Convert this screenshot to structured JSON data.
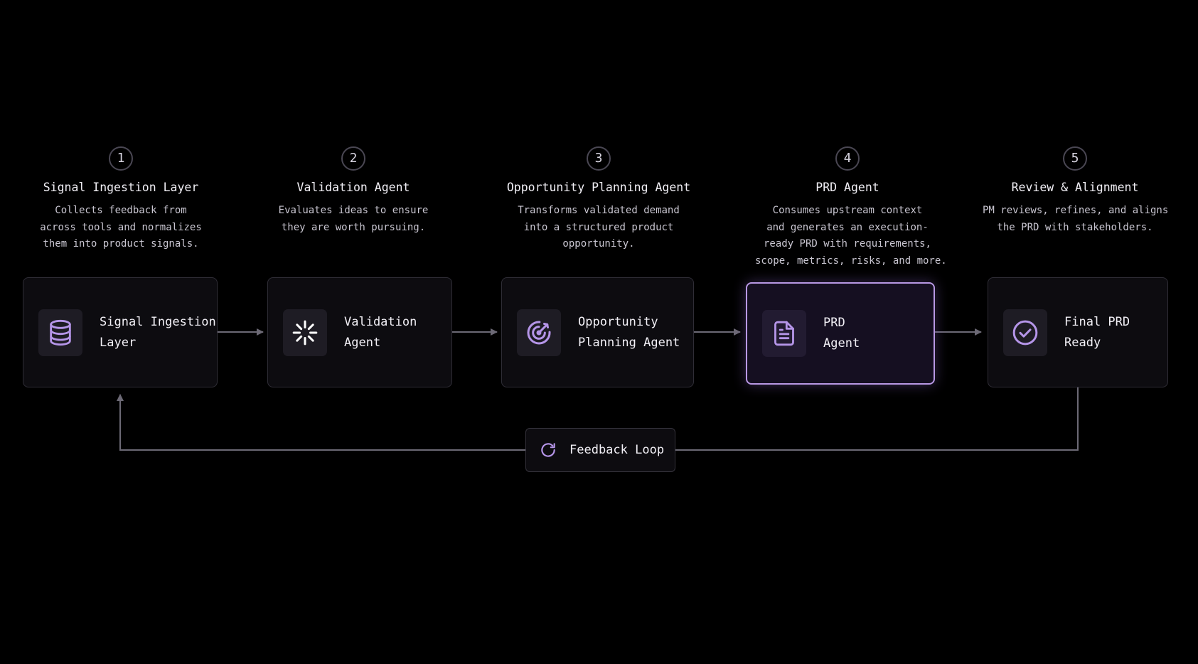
{
  "accent_color": "#b595e8",
  "steps": [
    {
      "number": "1",
      "title": "Signal Ingestion Layer",
      "description": [
        "Collects feedback from",
        "across tools and normalizes",
        "them into product signals."
      ],
      "card_label": [
        "Signal Ingestion",
        "Layer"
      ],
      "icon": "database-icon"
    },
    {
      "number": "2",
      "title": "Validation Agent",
      "description": [
        "Evaluates ideas to ensure",
        "they are worth pursuing."
      ],
      "card_label": [
        "Validation",
        "Agent"
      ],
      "icon": "sparkle-burst-icon"
    },
    {
      "number": "3",
      "title": "Opportunity Planning Agent",
      "description": [
        "Transforms validated demand",
        "into a structured product",
        "opportunity."
      ],
      "card_label": [
        "Opportunity",
        "Planning Agent"
      ],
      "icon": "target-icon"
    },
    {
      "number": "4",
      "title": "PRD Agent",
      "description": [
        "Consumes upstream context",
        "and generates an execution-",
        "ready PRD with requirements,",
        "scope, metrics, risks, and more."
      ],
      "card_label": [
        "PRD",
        "Agent"
      ],
      "icon": "document-icon"
    },
    {
      "number": "5",
      "title": "Review & Alignment",
      "description": [
        "PM reviews, refines, and aligns",
        "the PRD with stakeholders."
      ],
      "card_label": [
        "Final PRD",
        "Ready"
      ],
      "icon": "check-circle-icon"
    }
  ],
  "feedback_loop": {
    "label": "Feedback Loop",
    "icon": "refresh-icon"
  }
}
